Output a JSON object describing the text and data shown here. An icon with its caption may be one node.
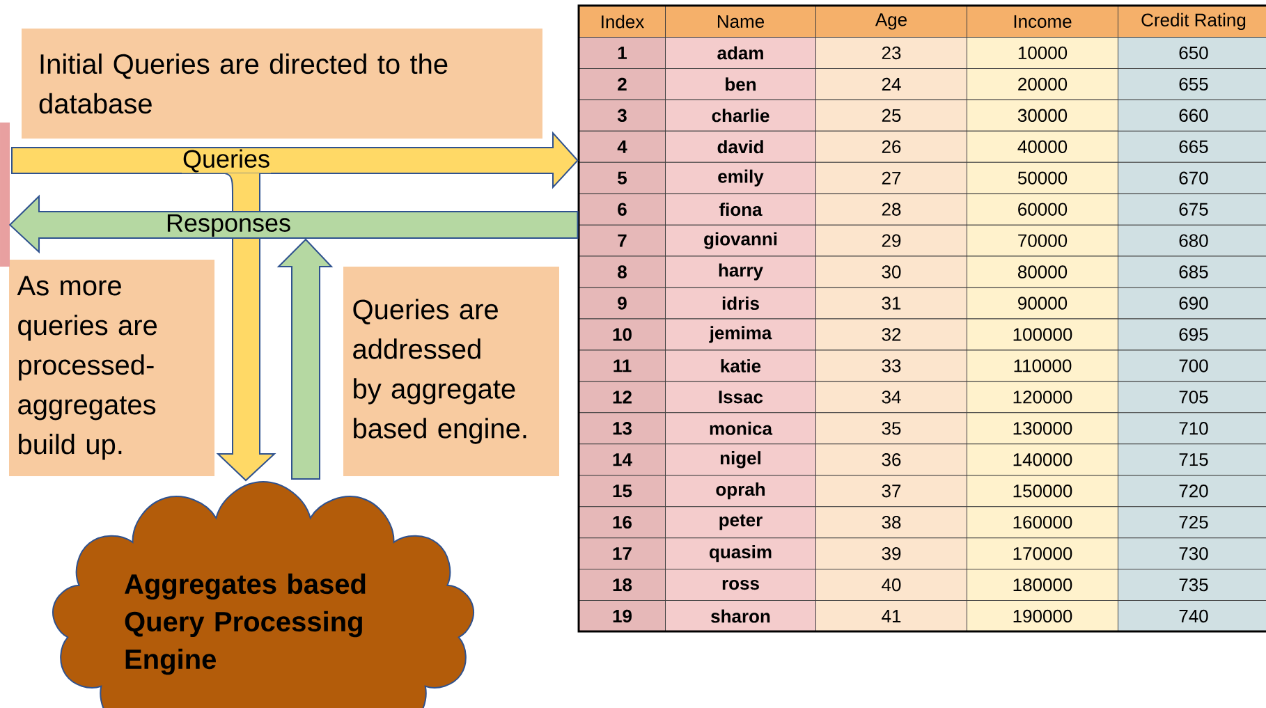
{
  "diagram": {
    "nodes": [
      {
        "text": [
          "Initial Queries are directed to the database"
        ]
      },
      {
        "text": [],
        "shape": "box"
      },
      {
        "text": [
          "As more queries are processed- aggregates build up."
        ]
      },
      {
        "text": [
          "Queries are addressed by aggregate based engine."
        ]
      },
      {
        "text": [
          "Aggregates based Query Processing Engine"
        ]
      },
      {
        "text": [],
        "shape": "bar"
      }
    ],
    "edges": [
      {
        "from": null,
        "to": 1,
        "arrow": "to",
        "label": "Queries",
        "color": "#ffd966"
      },
      {
        "from": null,
        "to": 4,
        "arrow": "to",
        "color": "#ffd966"
      },
      {
        "from": 1,
        "to": 5,
        "arrow": "to",
        "label": "Responses",
        "color": "#b5d8a2"
      },
      {
        "from": 4,
        "to": null,
        "arrow": "to",
        "color": "#b5d8a2"
      }
    ],
    "labels": [
      "Index",
      "Name",
      "Age",
      "Income",
      "Credit Rating",
      "1",
      "adam",
      "23",
      "10000",
      "650",
      "2",
      "ben",
      "24",
      "20000",
      "655",
      "3",
      "charlie",
      "25",
      "30000",
      "660",
      "4",
      "david",
      "26",
      "40000",
      "665",
      "5",
      "emily",
      "27",
      "50000",
      "670",
      "6",
      "fiona",
      "28",
      "60000",
      "675",
      "7",
      "giovanni",
      "29",
      "70000",
      "680",
      "8",
      "harry",
      "30",
      "80000",
      "685",
      "9",
      "idris",
      "31",
      "90000",
      "690",
      "10",
      "jemima",
      "32",
      "100000",
      "695",
      "11",
      "katie",
      "33",
      "110000",
      "700",
      "12",
      "Issac",
      "34",
      "120000",
      "705",
      "13",
      "monica",
      "35",
      "130000",
      "710",
      "14",
      "nigel",
      "36",
      "140000",
      "715",
      "15",
      "oprah",
      "37",
      "150000",
      "720",
      "16",
      "peter",
      "38",
      "160000",
      "725",
      "17",
      "quasim",
      "39",
      "170000",
      "730",
      "18",
      "ross",
      "40",
      "180000",
      "735",
      "19",
      "sharon",
      "41",
      "190000",
      "740"
    ]
  }
}
